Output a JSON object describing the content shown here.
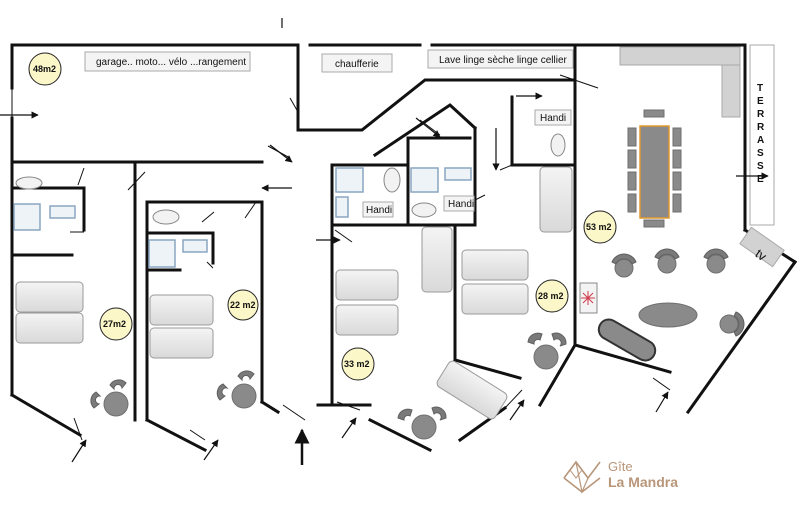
{
  "rooms": {
    "garage_area": "48m2",
    "garage_label": "garage.. moto... vélo ...rangement",
    "boiler_label": "chaufferie",
    "laundry_label": "Lave linge sèche linge cellier",
    "room1_area": "27m2",
    "room2_area": "22 m2",
    "room3_area": "33 m2",
    "room4_area": "28 m2",
    "living_area": "53 m2"
  },
  "bathrooms": {
    "handi_top": "Handi",
    "handi_mid_left": "Handi",
    "handi_mid_right": "Handi"
  },
  "features": {
    "tv_label": "tv",
    "terrace_label": "TERRASSE"
  },
  "logo": {
    "line1": "Gîte",
    "line2": "La Mandra",
    "icon": "mountain-logo-icon",
    "color": "#b8967a"
  }
}
